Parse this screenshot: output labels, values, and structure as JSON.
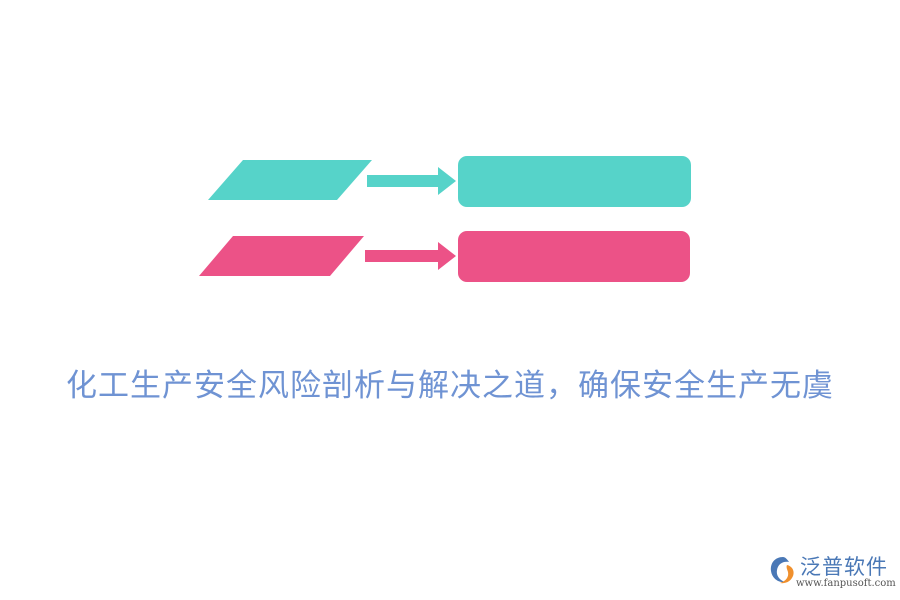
{
  "headline": "化工生产安全风险剖析与解决之道，确保安全生产无虞",
  "logo": {
    "name": "泛普软件",
    "url": "www.fanpusoft.com"
  },
  "colors": {
    "teal": "#56d3c9",
    "pink": "#ec5287",
    "headline": "#6f93d3",
    "logo_blue": "#4a78b6",
    "logo_orange": "#f0902d"
  },
  "diagram": {
    "rows": [
      {
        "color": "teal",
        "input_shape": "parallelogram",
        "connector": "arrow-right",
        "output_shape": "rounded-rectangle"
      },
      {
        "color": "pink",
        "input_shape": "parallelogram",
        "connector": "arrow-right",
        "output_shape": "rounded-rectangle"
      }
    ]
  }
}
